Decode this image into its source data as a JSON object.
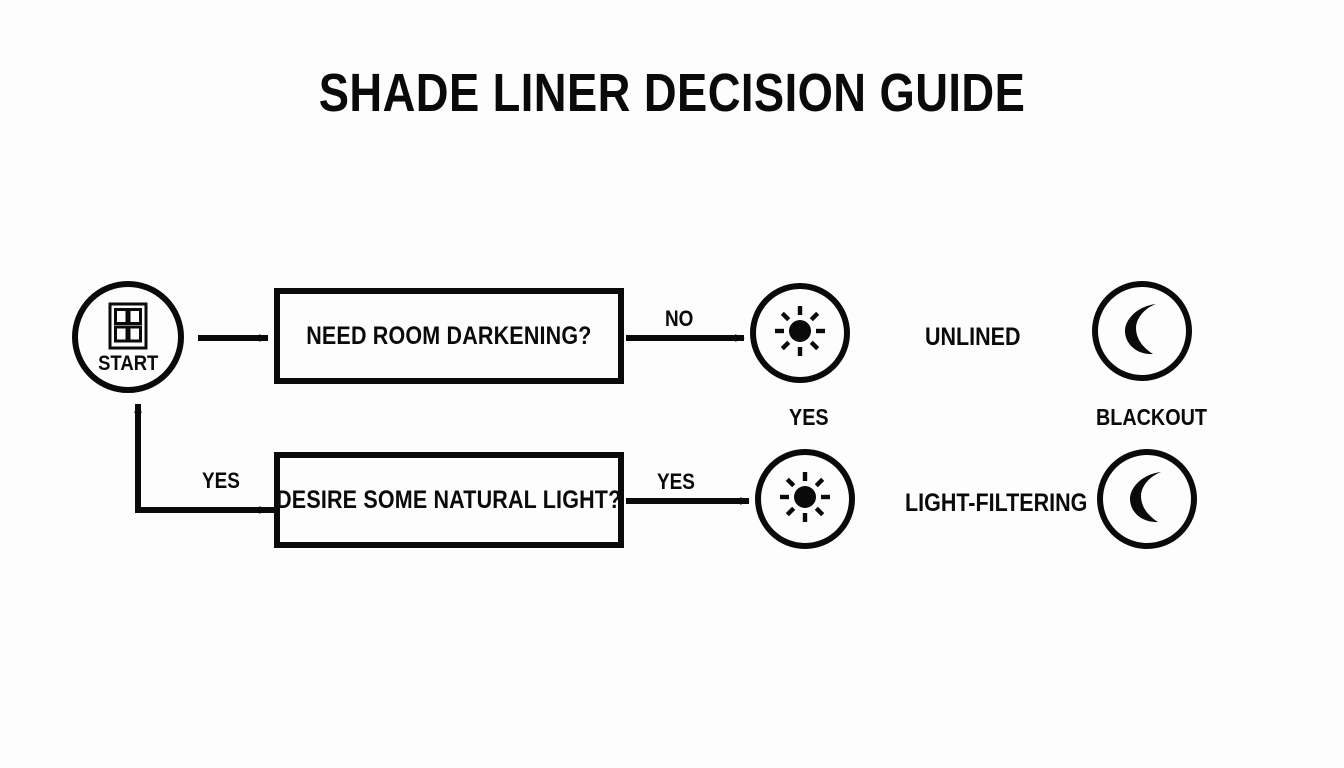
{
  "title": "SHADE LINER DECISION GUIDE",
  "colors": {
    "ink": "#0a0a0a",
    "background": "#fdfdfe"
  },
  "start_node": {
    "label": "START",
    "icon": "window-icon"
  },
  "decisions": [
    {
      "id": "need-room-darkening",
      "text": "NEED ROOM DARKENING?"
    },
    {
      "id": "desire-some-natural-light",
      "text": "DESIRE SOME NATURAL LIGHT?"
    }
  ],
  "edge_labels": {
    "darkening_no": "NO",
    "natural_light_yes": "YES",
    "loop_back_yes": "YES"
  },
  "outcome_nodes": [
    {
      "id": "sun-top",
      "icon": "sun-icon",
      "label": "YES"
    },
    {
      "id": "moon-top",
      "icon": "moon-icon",
      "label": "BLACKOUT"
    },
    {
      "id": "sun-bottom",
      "icon": "sun-icon",
      "label": ""
    },
    {
      "id": "moon-bottom",
      "icon": "moon-icon",
      "label": ""
    }
  ],
  "result_labels": {
    "unlined": "UNLINED",
    "light_filtering": "LIGHT-FILTERING"
  }
}
